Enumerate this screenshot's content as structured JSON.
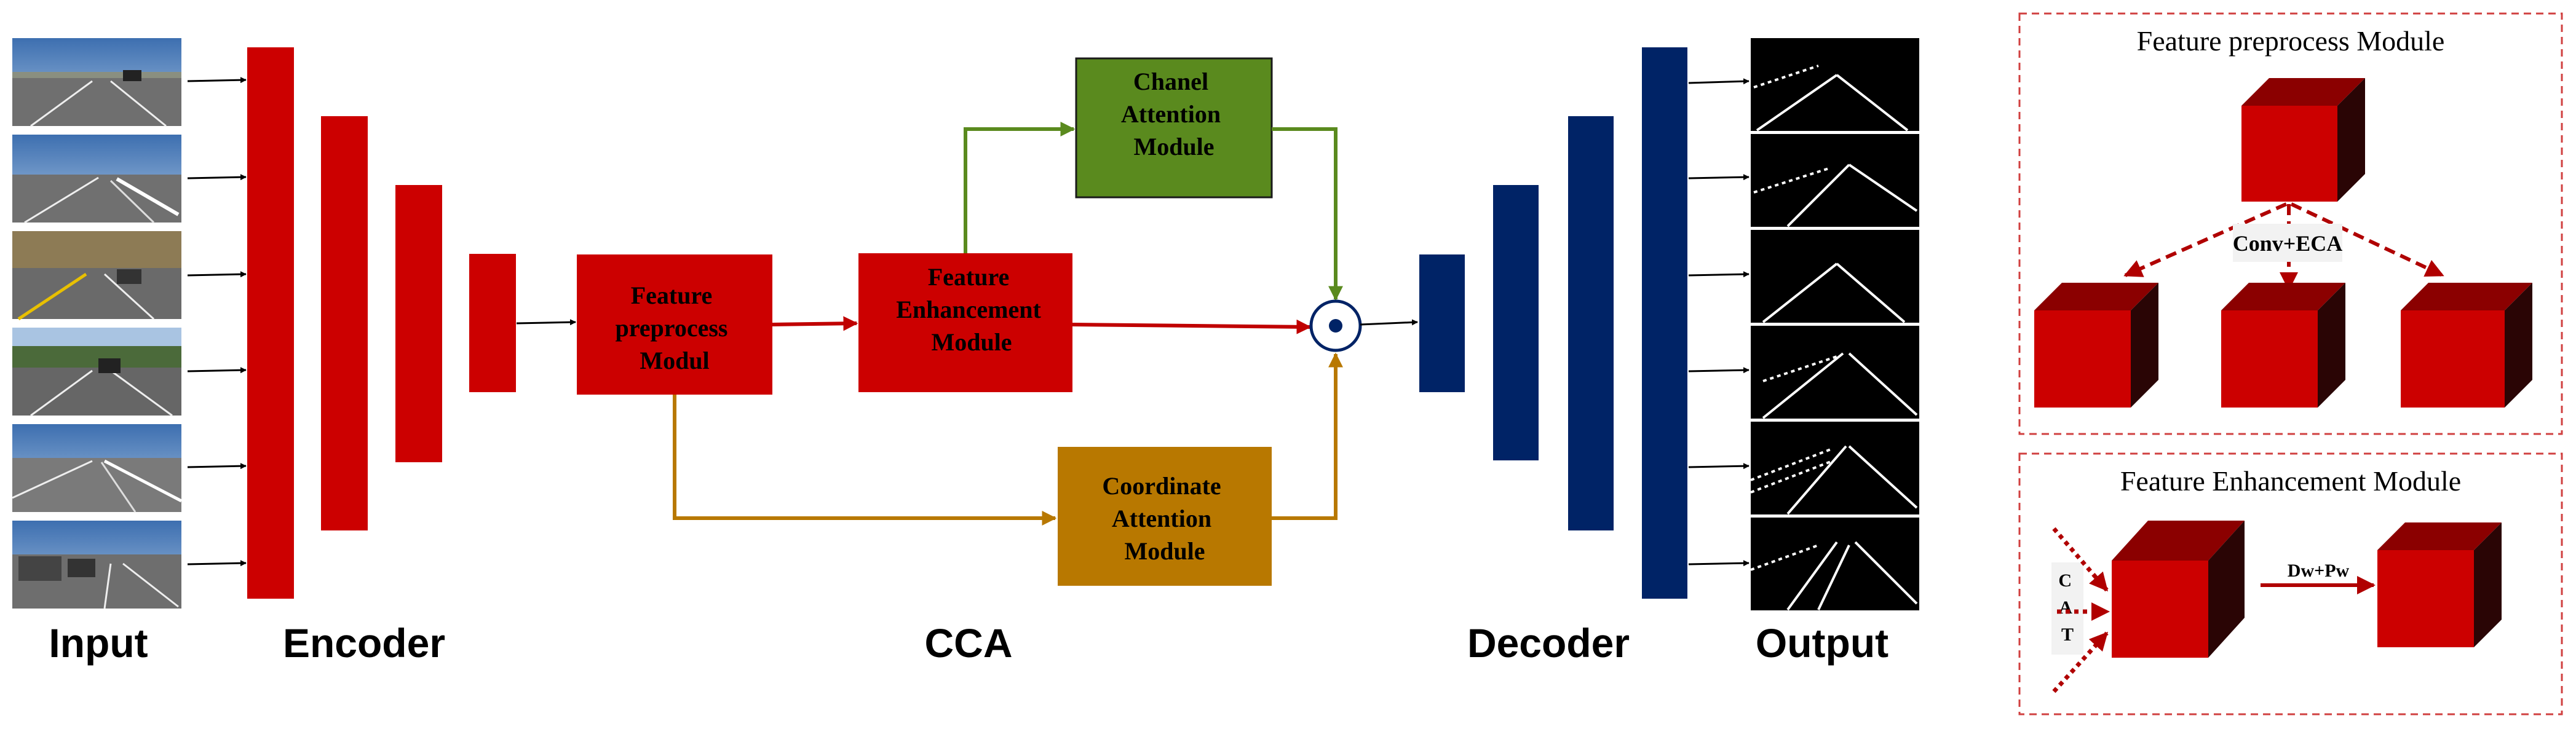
{
  "sections": {
    "input": "Input",
    "encoder": "Encoder",
    "cca": "CCA",
    "decoder": "Decoder",
    "output": "Output"
  },
  "modules": {
    "preprocess": [
      "Feature",
      "preprocess",
      "Modul"
    ],
    "enhancement": [
      "Feature",
      "Enhancement",
      "Module"
    ],
    "channel_attention": [
      "Chanel",
      "Attention",
      "Module"
    ],
    "coordinate_attention": [
      "Coordinate",
      "Attention",
      "Module"
    ]
  },
  "fusion_symbol": "⊙",
  "panel_preprocess": {
    "title": "Feature preprocess Module",
    "op_label": "Conv+ECA"
  },
  "panel_enhancement": {
    "title": "Feature Enhancement Module",
    "cat_letters": [
      "C",
      "A",
      "T"
    ],
    "op_label": "Dw+Pw"
  },
  "colors": {
    "encoder_red": "#cc0000",
    "decoder_navy": "#002366",
    "channel_green": "#5a8a1e",
    "coordinate_gold": "#b87800",
    "panel_border": "#d04040"
  }
}
